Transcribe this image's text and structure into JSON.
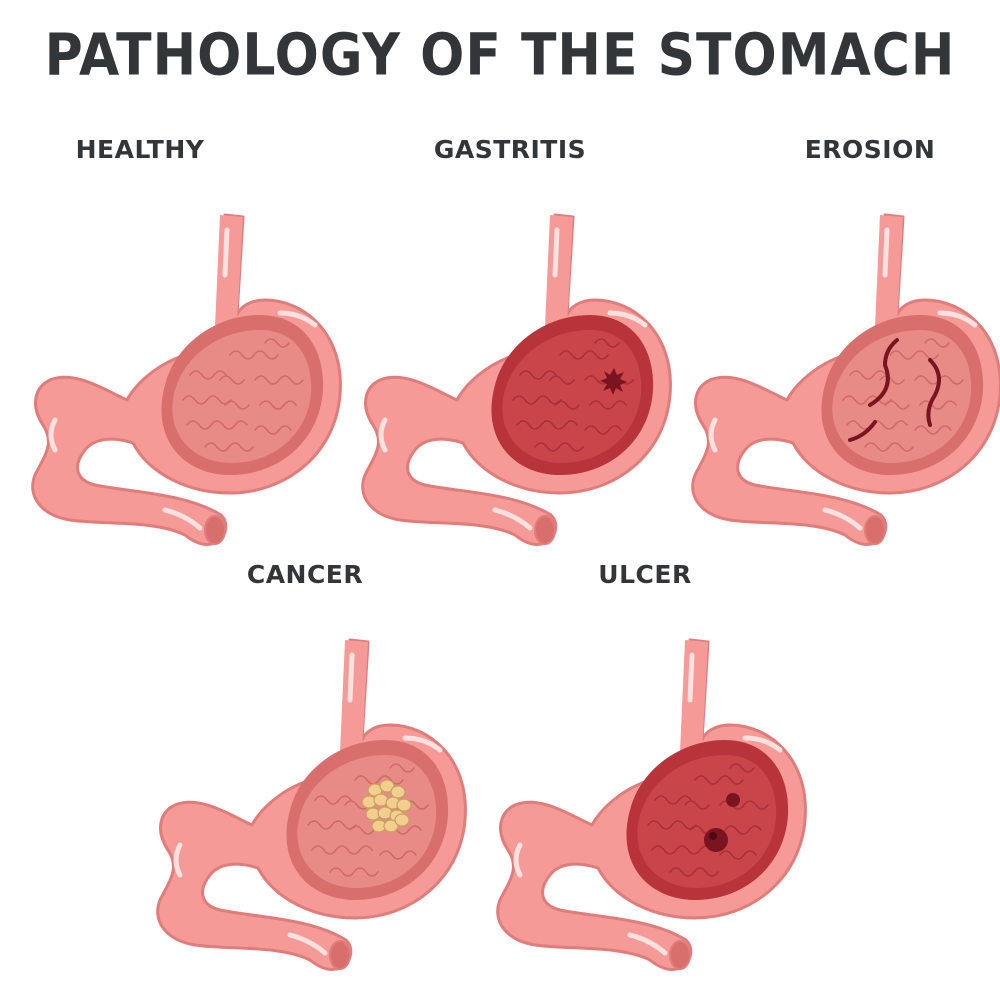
{
  "title": "PATHOLOGY OF THE STOMACH",
  "colors": {
    "outer": "#f59a97",
    "outer_shadow": "#e07d7b",
    "highlight": "#fde1df",
    "lining_healthy": "#d86f6d",
    "lining_inner_healthy": "#e88a86",
    "lining_dark": "#b8333a",
    "lining_inner_dark": "#c9454a",
    "wrinkle": "#c9605f",
    "lesion": "#7a1420",
    "tumor": "#f2cf8e",
    "title_text": "#333638"
  },
  "panels": [
    {
      "id": "healthy",
      "label": "HEALTHY",
      "condition": "none"
    },
    {
      "id": "gastritis",
      "label": "GASTRITIS",
      "condition": "inflamed"
    },
    {
      "id": "erosion",
      "label": "EROSION",
      "condition": "erosion"
    },
    {
      "id": "cancer",
      "label": "CANCER",
      "condition": "tumor"
    },
    {
      "id": "ulcer",
      "label": "ULCER",
      "condition": "ulcer"
    }
  ]
}
